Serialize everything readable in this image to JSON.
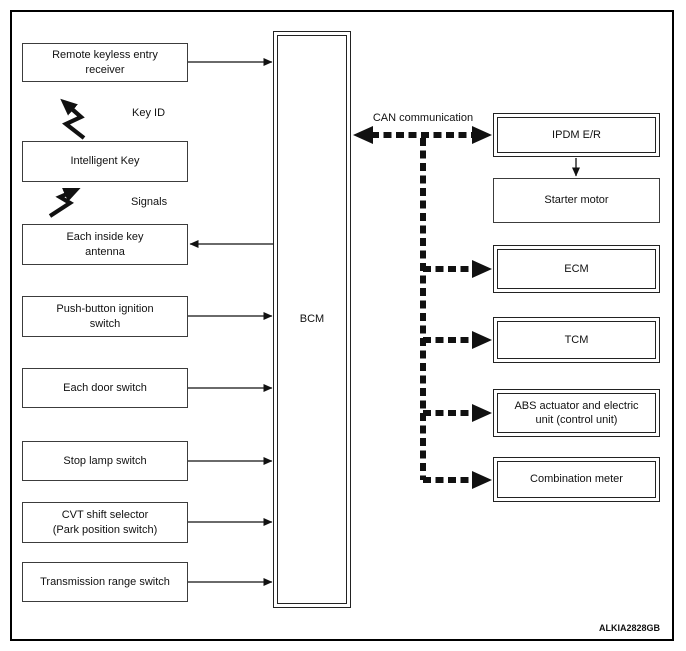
{
  "diagram": {
    "title_code": "ALKIA2828GB",
    "colors": {
      "background": "#ffffff",
      "line": "#111111",
      "box_border": "#3c3c3c",
      "frame_border": "#000000"
    },
    "center_node": {
      "label": "BCM"
    },
    "left_nodes": [
      {
        "label": "Remote keyless entry\nreceiver"
      },
      {
        "label": "Intelligent Key"
      },
      {
        "label": "Each inside key\nantenna"
      },
      {
        "label": "Push-button ignition\nswitch"
      },
      {
        "label": "Each door switch"
      },
      {
        "label": "Stop lamp switch"
      },
      {
        "label": "CVT shift selector\n(Park position switch)"
      },
      {
        "label": "Transmission range switch"
      }
    ],
    "right_nodes": [
      {
        "label": "IPDM E/R"
      },
      {
        "label": "Starter motor"
      },
      {
        "label": "ECM"
      },
      {
        "label": "TCM"
      },
      {
        "label": "ABS actuator and electric\nunit (control unit)"
      },
      {
        "label": "Combination meter"
      }
    ],
    "annotations": {
      "key_id": "Key ID",
      "signals": "Signals",
      "can": "CAN communication"
    },
    "connections": [
      {
        "from": "Remote keyless entry receiver",
        "to": "BCM",
        "style": "solid-arrow"
      },
      {
        "from": "Intelligent Key",
        "to": "Remote keyless entry receiver",
        "style": "zigzag-wireless",
        "label": "Key ID"
      },
      {
        "from": "Each inside key antenna",
        "to": "Intelligent Key",
        "style": "zigzag-wireless",
        "label": "Signals"
      },
      {
        "from": "BCM",
        "to": "Each inside key antenna",
        "style": "solid-arrow"
      },
      {
        "from": "Push-button ignition switch",
        "to": "BCM",
        "style": "solid-arrow"
      },
      {
        "from": "Each door switch",
        "to": "BCM",
        "style": "solid-arrow"
      },
      {
        "from": "Stop lamp switch",
        "to": "BCM",
        "style": "solid-arrow"
      },
      {
        "from": "CVT shift selector (Park position switch)",
        "to": "BCM",
        "style": "solid-arrow"
      },
      {
        "from": "Transmission range switch",
        "to": "BCM",
        "style": "solid-arrow"
      },
      {
        "from": "BCM",
        "to": "IPDM E/R",
        "style": "dashed-double-arrow",
        "label": "CAN communication"
      },
      {
        "from": "IPDM E/R",
        "to": "Starter motor",
        "style": "solid-arrow"
      },
      {
        "from": "CAN bus",
        "to": "ECM",
        "style": "dashed-arrow"
      },
      {
        "from": "CAN bus",
        "to": "TCM",
        "style": "dashed-arrow"
      },
      {
        "from": "CAN bus",
        "to": "ABS actuator and electric unit (control unit)",
        "style": "dashed-arrow"
      },
      {
        "from": "CAN bus",
        "to": "Combination meter",
        "style": "dashed-arrow"
      }
    ]
  }
}
